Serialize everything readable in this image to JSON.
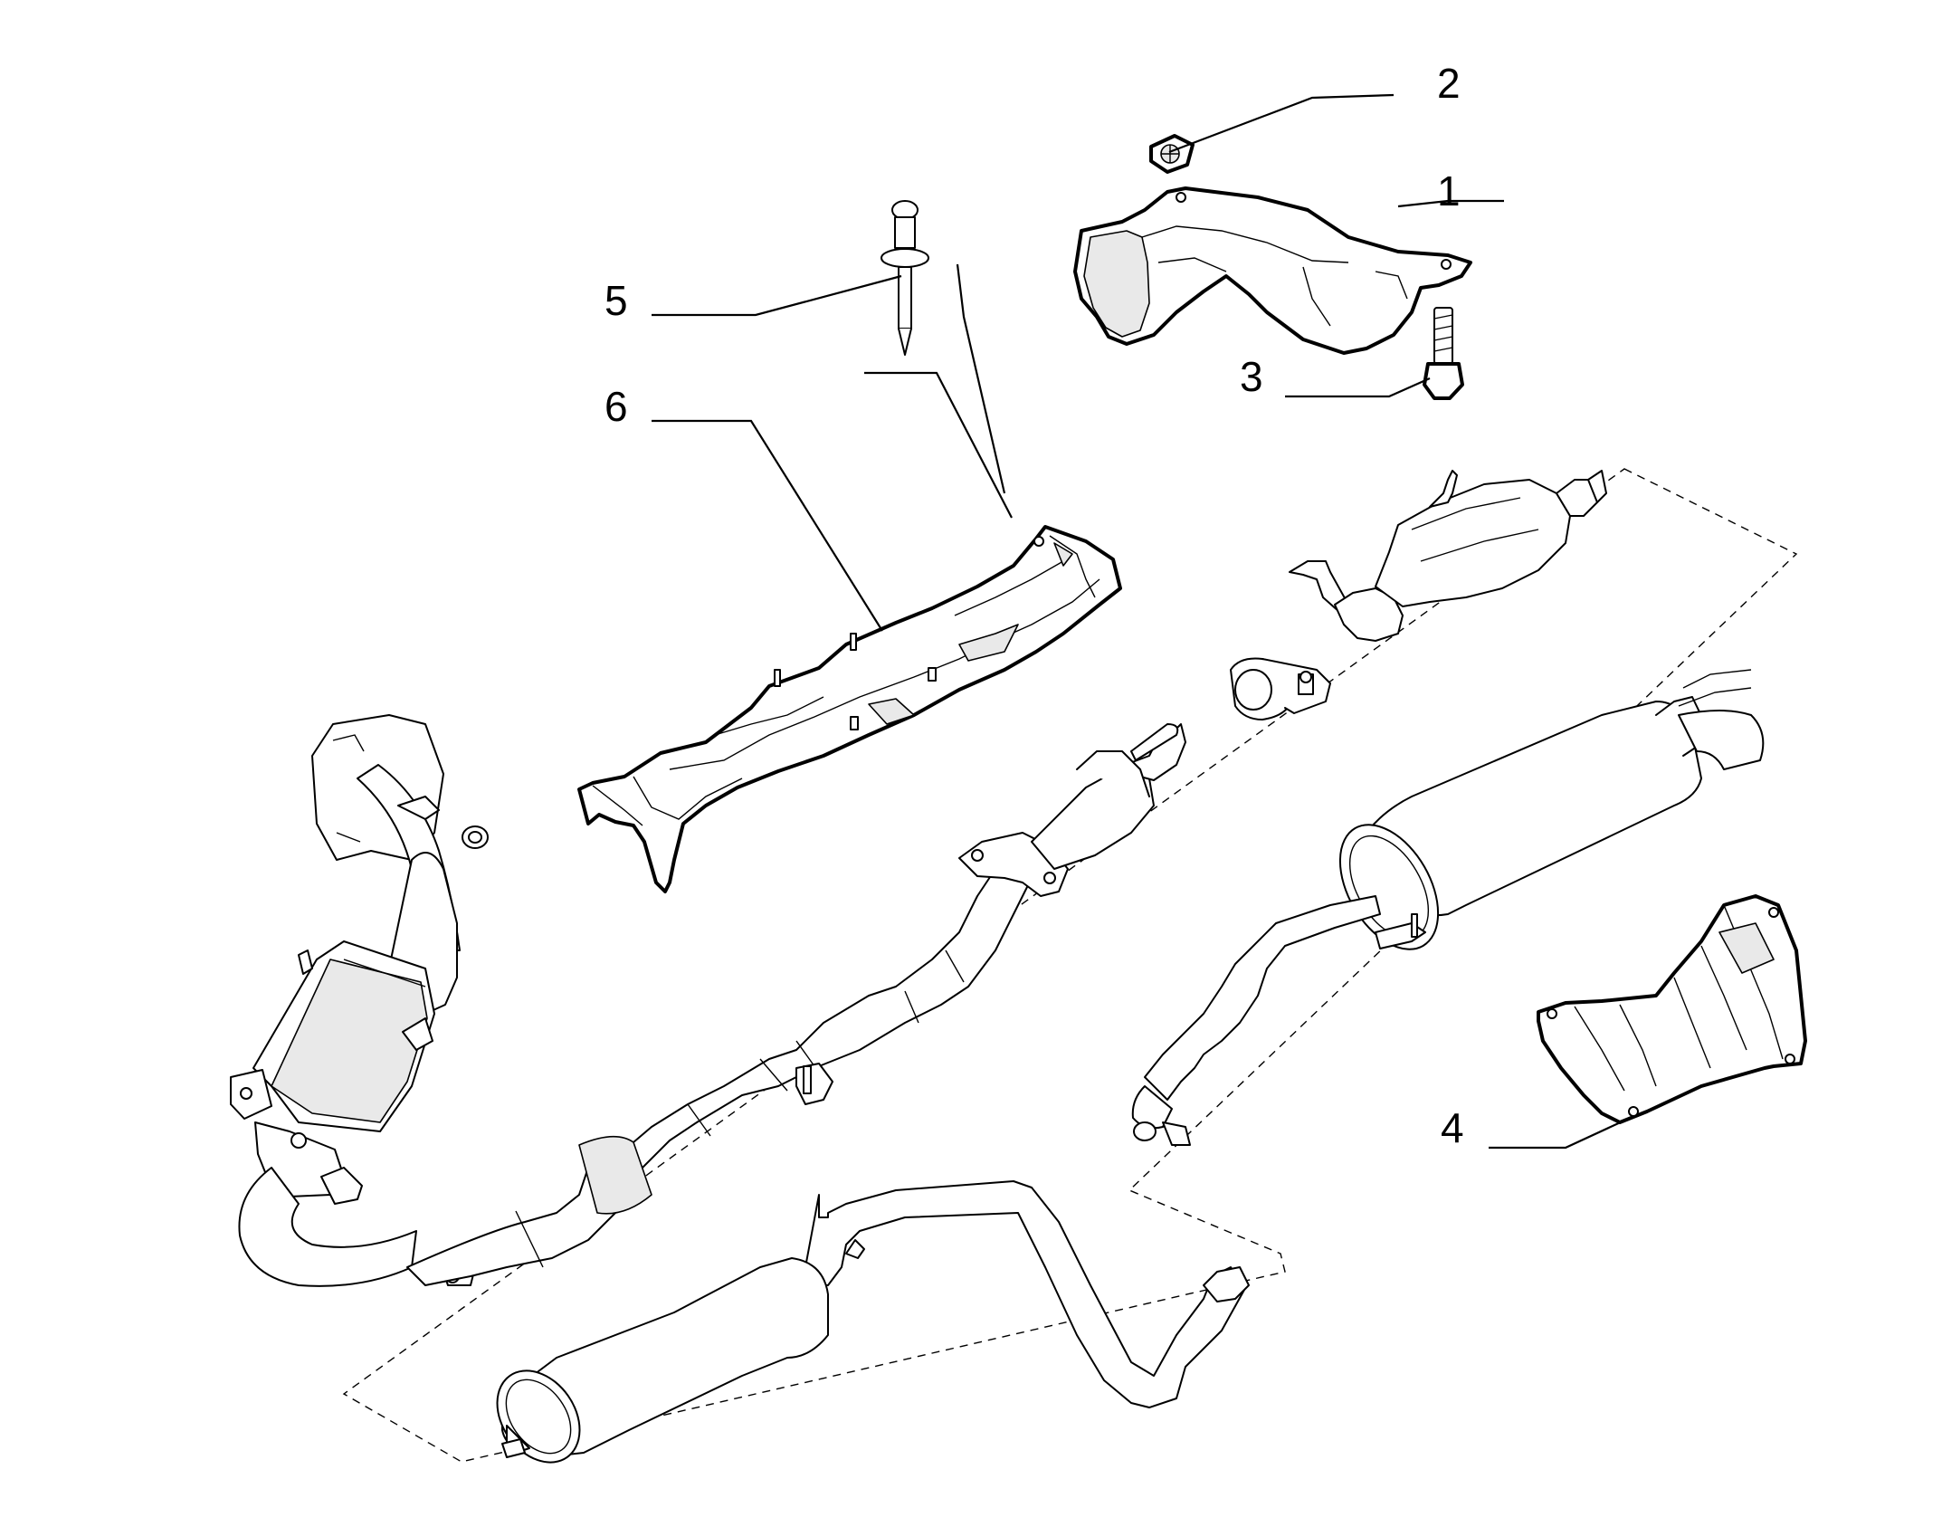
{
  "callouts": [
    {
      "id": "1",
      "label": "1"
    },
    {
      "id": "2",
      "label": "2"
    },
    {
      "id": "3",
      "label": "3"
    },
    {
      "id": "4",
      "label": "4"
    },
    {
      "id": "5",
      "label": "5"
    },
    {
      "id": "6",
      "label": "6"
    }
  ],
  "colors": {
    "line": "#000000",
    "background": "#ffffff",
    "shading": "#e9e9e9"
  }
}
